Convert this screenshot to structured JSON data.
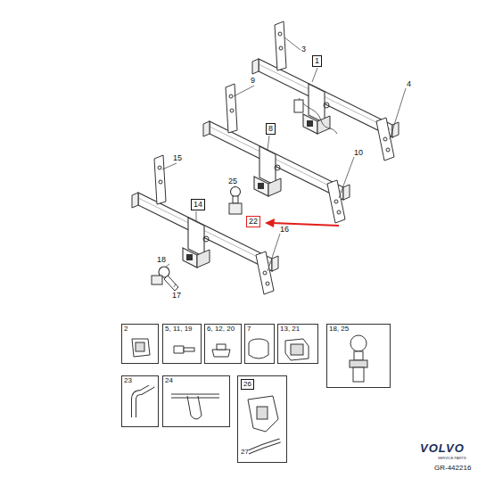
{
  "diagram": {
    "nodes": [
      {
        "text": [
          "1"
        ]
      },
      {
        "text": [
          "8"
        ]
      },
      {
        "text": [
          "14"
        ]
      },
      {
        "text": [
          "22"
        ]
      },
      {
        "text": [
          "2"
        ]
      },
      {
        "text": [
          "5, 11, 19"
        ]
      },
      {
        "text": [
          "6, 12, 20"
        ]
      },
      {
        "text": [
          "7"
        ]
      },
      {
        "text": [
          "13, 21"
        ]
      },
      {
        "text": [
          "18, 25"
        ]
      },
      {
        "text": [
          "23"
        ]
      },
      {
        "text": [
          "24"
        ]
      },
      {
        "text": [
          "27"
        ]
      },
      {
        "text": [
          "26"
        ],
        "in": 12
      }
    ],
    "labels": [
      "3",
      "4",
      "9",
      "10",
      "15",
      "25",
      "16",
      "18",
      "17",
      "VOLVO",
      "SERVICE PARTS",
      "GR-442216"
    ]
  }
}
